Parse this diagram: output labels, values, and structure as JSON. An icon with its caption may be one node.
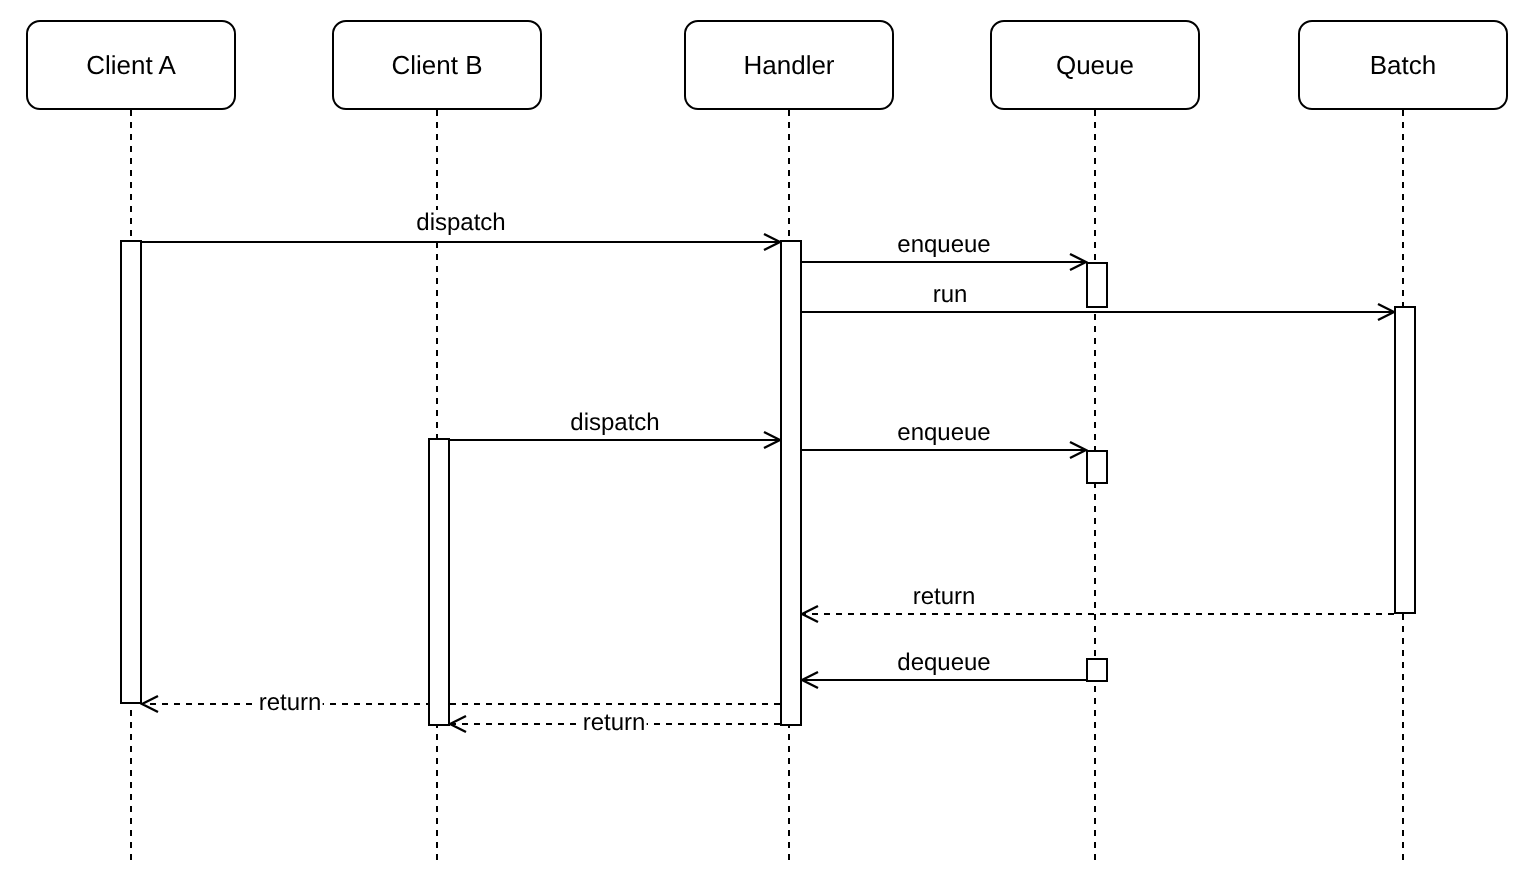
{
  "diagram": {
    "nodes": [
      {
        "text": [
          "Client A"
        ]
      },
      {
        "text": [
          "Client B"
        ]
      },
      {
        "text": [
          "Handler"
        ]
      },
      {
        "text": [
          "Queue"
        ]
      },
      {
        "text": [
          "Batch"
        ]
      },
      {
        "text": [],
        "shape": "bar"
      },
      {
        "text": [],
        "shape": "bar"
      },
      {
        "text": [],
        "shape": "bar"
      },
      {
        "text": [],
        "shape": "bar"
      },
      {
        "text": [],
        "shape": "bar"
      },
      {
        "text": [],
        "shape": "bar"
      },
      {
        "text": [],
        "shape": "bar"
      }
    ],
    "edges": [
      {
        "from": 5,
        "to": 6,
        "arrow": "to",
        "label": "dispatch"
      },
      {
        "from": 6,
        "to": 7,
        "arrow": "to",
        "label": "enqueue"
      },
      {
        "from": 6,
        "to": 8,
        "arrow": "to",
        "label": "run"
      },
      {
        "from": 9,
        "to": 6,
        "arrow": "to",
        "label": "dispatch"
      },
      {
        "from": 6,
        "to": 10,
        "arrow": "to",
        "label": "enqueue"
      },
      {
        "from": 8,
        "to": 6,
        "arrow": "to",
        "label": "return",
        "style": "dashed"
      },
      {
        "from": 11,
        "to": 6,
        "arrow": "to",
        "label": "dequeue"
      },
      {
        "from": 6,
        "to": 5,
        "arrow": "to",
        "label": "return",
        "style": "dashed"
      },
      {
        "from": 6,
        "to": 9,
        "arrow": "to",
        "label": "return",
        "style": "dashed"
      }
    ]
  }
}
